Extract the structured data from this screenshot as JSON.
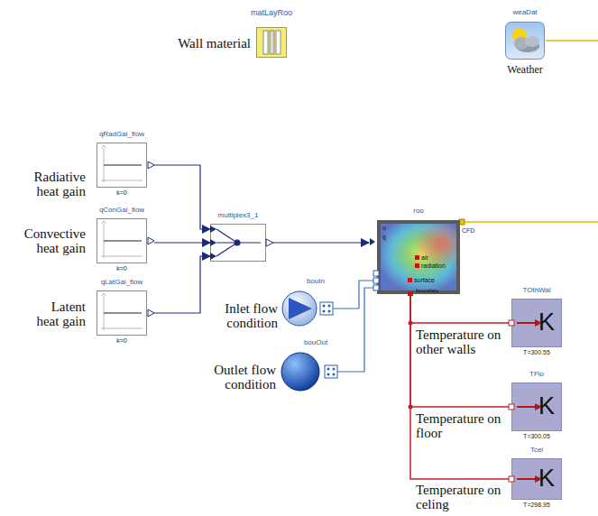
{
  "diagram": {
    "nodes": [
      {
        "text": [
          "matLayRoo"
        ]
      },
      {
        "text": [
          "weaDat",
          "Weather"
        ]
      },
      {
        "text": [
          "qRadGai_flow",
          "k=0"
        ]
      },
      {
        "text": [
          "qConGai_flow",
          "k=0"
        ]
      },
      {
        "text": [
          "qLatGai_flow",
          "k=0"
        ]
      },
      {
        "text": [
          "multiplex3_1"
        ]
      },
      {
        "text": [
          "roo",
          "u",
          "q",
          "air",
          "radiation",
          "surface",
          "boundary",
          "CFD"
        ]
      },
      {
        "text": [
          "bouIn"
        ]
      },
      {
        "text": [
          "bouOut"
        ]
      },
      {
        "text": [
          "TOthWal",
          "K",
          "T=300.55"
        ]
      },
      {
        "text": [
          "TFlo",
          "K",
          "T=300.05"
        ]
      },
      {
        "text": [
          "Tcei",
          "K",
          "T=298.95"
        ]
      }
    ],
    "edges": [
      {
        "from": 2,
        "to": 5,
        "arrow": "to"
      },
      {
        "from": 3,
        "to": 5,
        "arrow": "to"
      },
      {
        "from": 4,
        "to": 5,
        "arrow": "to"
      },
      {
        "from": 5,
        "to": 6,
        "arrow": "to"
      },
      {
        "from": 7,
        "to": 6,
        "arrow": "none"
      },
      {
        "from": 8,
        "to": 6,
        "arrow": "none"
      },
      {
        "from": 6,
        "to": 9,
        "arrow": "none"
      },
      {
        "from": 6,
        "to": 10,
        "arrow": "none"
      },
      {
        "from": 6,
        "to": 11,
        "arrow": "none"
      }
    ],
    "labels": [
      "Wall material",
      "Radiative heat gain",
      "Convective heat gain",
      "Latent heat gain",
      "Inlet flow condition",
      "Outlet flow condition",
      "Temperature on other walls",
      "Temperature on floor",
      "Temperature on celing"
    ]
  }
}
